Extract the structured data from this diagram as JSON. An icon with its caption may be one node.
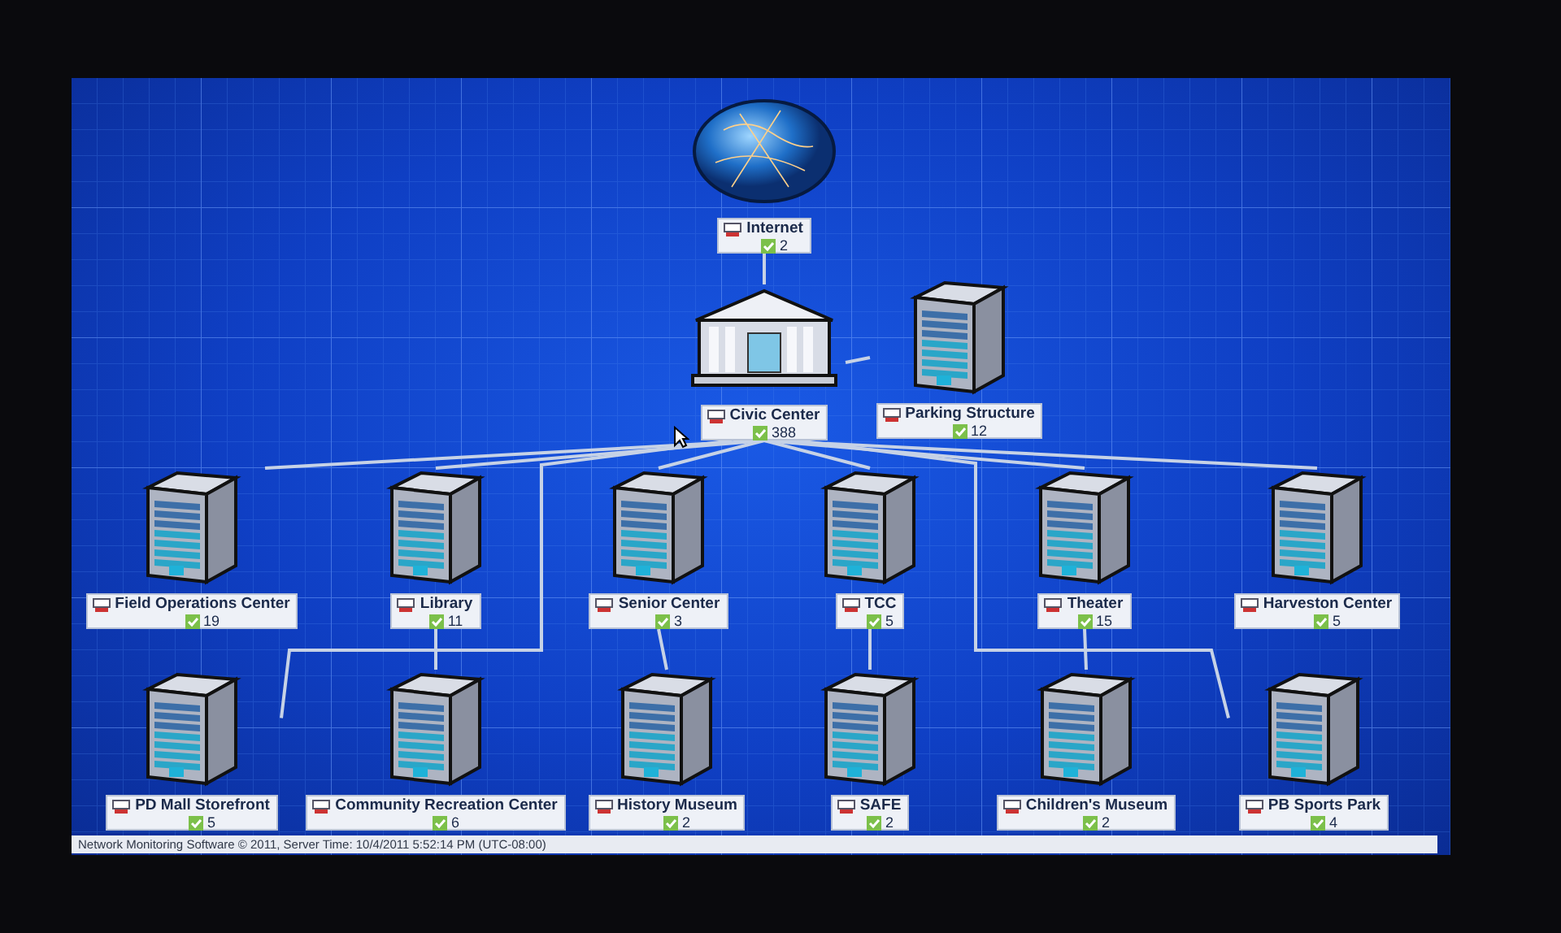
{
  "diagram": {
    "nodes": [
      {
        "text": [
          "Internet",
          "2"
        ]
      },
      {
        "text": [
          "Civic Center",
          "388"
        ]
      },
      {
        "text": [
          "Parking Structure",
          "12"
        ]
      },
      {
        "text": [
          "Field Operations Center",
          "19"
        ]
      },
      {
        "text": [
          "Library",
          "11"
        ]
      },
      {
        "text": [
          "Senior Center",
          "3"
        ]
      },
      {
        "text": [
          "TCC",
          "5"
        ]
      },
      {
        "text": [
          "Theater",
          "15"
        ]
      },
      {
        "text": [
          "Harveston Center",
          "5"
        ]
      },
      {
        "text": [
          "PD Mall Storefront",
          "5"
        ]
      },
      {
        "text": [
          "Community Recreation Center",
          "6"
        ]
      },
      {
        "text": [
          "History Museum",
          "2"
        ]
      },
      {
        "text": [
          "SAFE",
          "2"
        ]
      },
      {
        "text": [
          "Children's Museum",
          "2"
        ]
      },
      {
        "text": [
          "PB Sports Park",
          "4"
        ]
      }
    ],
    "edges": [
      {
        "from": 0,
        "to": 1,
        "arrow": "none"
      },
      {
        "from": 1,
        "to": 2,
        "arrow": "none"
      },
      {
        "from": 1,
        "to": 3,
        "arrow": "none"
      },
      {
        "from": 1,
        "to": 4,
        "arrow": "none"
      },
      {
        "from": 1,
        "to": 5,
        "arrow": "none"
      },
      {
        "from": 1,
        "to": 6,
        "arrow": "none"
      },
      {
        "from": 1,
        "to": 7,
        "arrow": "none"
      },
      {
        "from": 1,
        "to": 8,
        "arrow": "none"
      },
      {
        "from": 1,
        "to": 9,
        "arrow": "none"
      },
      {
        "from": 4,
        "to": 10,
        "arrow": "none"
      },
      {
        "from": 5,
        "to": 11,
        "arrow": "none"
      },
      {
        "from": 6,
        "to": 12,
        "arrow": "none"
      },
      {
        "from": 7,
        "to": 13,
        "arrow": "none"
      },
      {
        "from": 1,
        "to": 14,
        "arrow": "none"
      }
    ],
    "labels": [
      "Network Monitoring Software © 2011, Server Time: 10/4/2011 5:52:14 PM (UTC-08:00)"
    ]
  }
}
